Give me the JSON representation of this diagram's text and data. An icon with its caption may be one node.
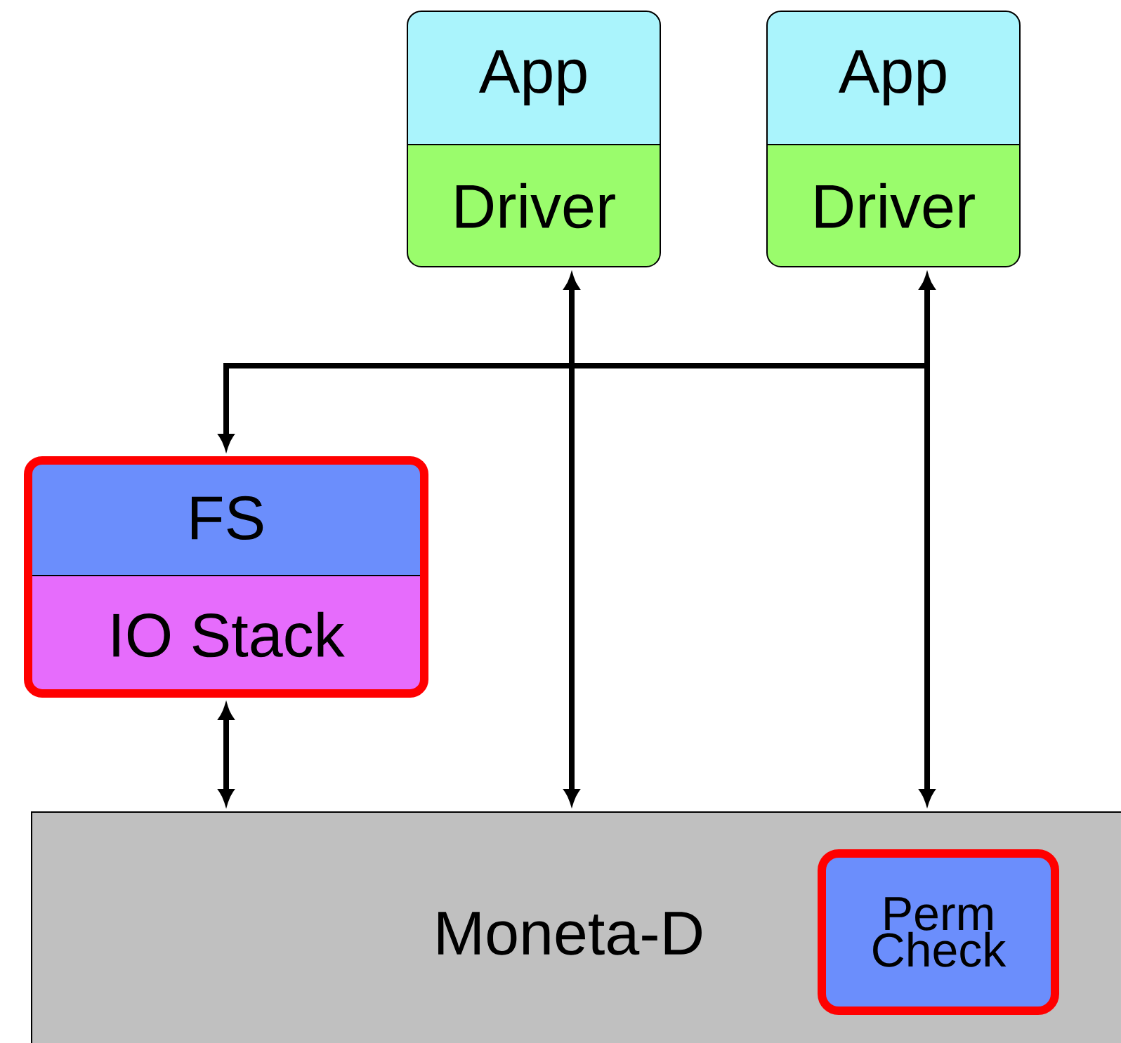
{
  "diagram": {
    "nodes": [
      {
        "text": [
          "App",
          "Driver"
        ]
      },
      {
        "text": [
          "App",
          "Driver"
        ]
      },
      {
        "text": [
          "FS",
          "IO Stack"
        ]
      },
      {
        "text": [
          "Moneta-D"
        ]
      },
      {
        "text": [
          "Perm Check"
        ],
        "in": 3
      }
    ],
    "edges": [
      {
        "from": 0,
        "to": 3,
        "arrow": "both"
      },
      {
        "from": 1,
        "to": 3,
        "arrow": "both"
      },
      {
        "from": 1,
        "to": 2,
        "arrow": "both"
      },
      {
        "from": 2,
        "to": 3,
        "arrow": "both"
      }
    ]
  }
}
